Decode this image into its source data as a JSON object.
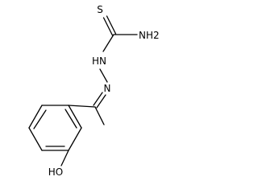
{
  "molecule": {
    "atoms": {
      "sulfur": "S",
      "amine": "NH2",
      "nh": "HN",
      "imine_n": "N",
      "hydroxyl": "HO"
    }
  }
}
